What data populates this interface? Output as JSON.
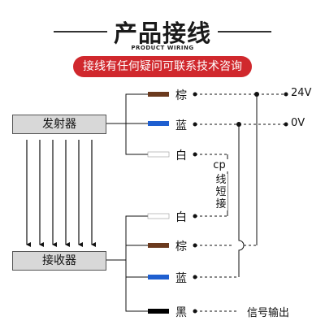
{
  "header": {
    "title": "产品接线",
    "subtitle": "PRODUCT WIRING",
    "banner": "接线有任何疑问可联系技术咨询"
  },
  "devices": {
    "emitter": "发射器",
    "receiver": "接收器"
  },
  "wires": {
    "brown_top": "棕",
    "blue_top": "蓝",
    "white_top": "白",
    "white_bottom": "白",
    "brown_bottom": "棕",
    "blue_bottom": "蓝",
    "black": "黑"
  },
  "wire_colors": {
    "brown": "#6b3a1e",
    "blue": "#1f5fd0",
    "white": "#ffffff",
    "black": "#000000"
  },
  "terminals": {
    "v24": "24V",
    "v0": "0V",
    "signal": "信号输出"
  },
  "short_note": {
    "cp": "cp",
    "text": "线短接"
  }
}
